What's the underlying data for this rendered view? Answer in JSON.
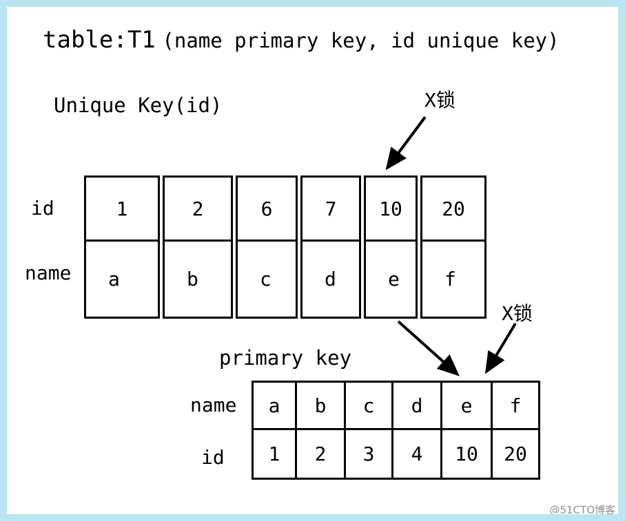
{
  "title": {
    "table_name": "table:T1",
    "key_note": "(name primary key, id unique key)"
  },
  "labels": {
    "unique_key": "Unique Key(id)",
    "primary_key": "primary key",
    "x_lock_top": "X锁",
    "x_lock_bottom": "X锁"
  },
  "unique_key_table": {
    "rows": [
      {
        "label": "id",
        "values": [
          "1",
          "2",
          "6",
          "7",
          "10",
          "20"
        ]
      },
      {
        "label": "name",
        "values": [
          "a",
          "b",
          "c",
          "d",
          "e",
          "f"
        ]
      }
    ]
  },
  "primary_key_table": {
    "rows": [
      {
        "label": "name",
        "values": [
          "a",
          "b",
          "c",
          "d",
          "e",
          "f"
        ]
      },
      {
        "label": "id",
        "values": [
          "1",
          "2",
          "3",
          "4",
          "10",
          "20"
        ]
      }
    ]
  },
  "watermark": "@51CTO博客",
  "colors": {
    "frame": "#b9e5f0",
    "ink": "#000000",
    "watermark": "#8f8f8f"
  }
}
